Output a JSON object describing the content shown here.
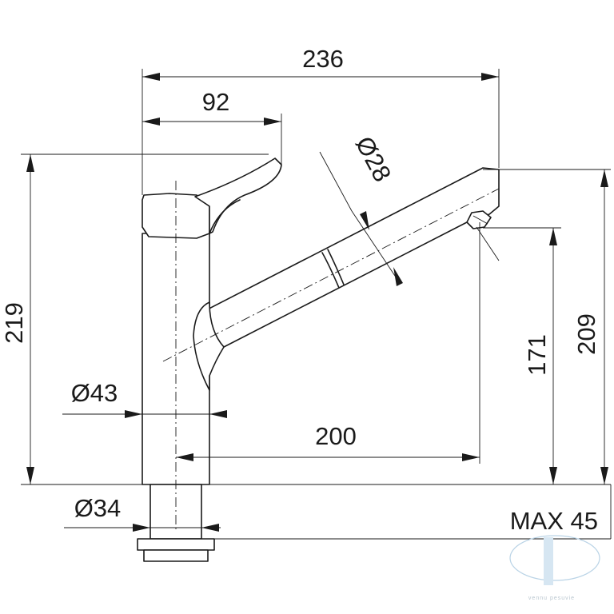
{
  "dimensions": {
    "overall_width": "236",
    "lever_reach": "92",
    "spout_diameter": "Ø28",
    "overall_height": "219",
    "spout_height": "209",
    "outlet_height": "171",
    "spout_reach": "200",
    "body_diameter": "Ø43",
    "shank_diameter": "Ø34",
    "max_thickness": "MAX 45"
  },
  "watermark": {
    "text": "vennu pesuvie",
    "color": "#b9d3e6"
  }
}
